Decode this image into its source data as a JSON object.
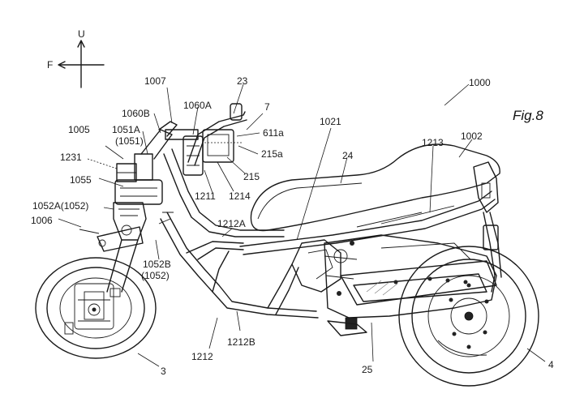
{
  "figure_label": "Fig.8",
  "directions": {
    "up": "U",
    "front": "F"
  },
  "labels": {
    "l1000": "1000",
    "l1002": "1002",
    "l1005": "1005",
    "l1006": "1006",
    "l1007": "1007",
    "l1021": "1021",
    "l1051a": "1051A",
    "l1051a_sub": "(1051)",
    "l1052a": "1052A(1052)",
    "l1052b": "1052B",
    "l1052b_sub": "(1052)",
    "l1055": "1055",
    "l1060a": "1060A",
    "l1060b": "1060B",
    "l1211": "1211",
    "l1212": "1212",
    "l1212a": "1212A",
    "l1212b": "1212B",
    "l1213": "1213",
    "l1214": "1214",
    "l1231": "1231",
    "l3": "3",
    "l4": "4",
    "l7": "7",
    "l23": "23",
    "l24": "24",
    "l25": "25",
    "l215": "215",
    "l215a": "215a",
    "l611a": "611a"
  }
}
